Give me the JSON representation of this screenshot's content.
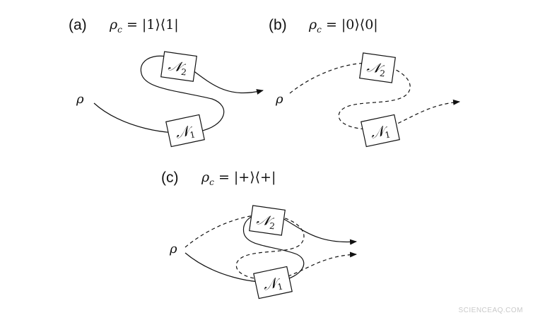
{
  "panels": {
    "a": {
      "label": "(a)",
      "state": "|1⟩⟨1|",
      "rho": "ρ",
      "box1": "𝒩",
      "box1_sub": "1",
      "box2": "𝒩",
      "box2_sub": "2"
    },
    "b": {
      "label": "(b)",
      "state": "|0⟩⟨0|",
      "rho": "ρ",
      "box1": "𝒩",
      "box1_sub": "1",
      "box2": "𝒩",
      "box2_sub": "2"
    },
    "c": {
      "label": "(c)",
      "state": "|+⟩⟨+|",
      "rho": "ρ",
      "box1": "𝒩",
      "box1_sub": "1",
      "box2": "𝒩",
      "box2_sub": "2"
    }
  },
  "formula_symbol": "ρ",
  "formula_subscript": "c",
  "formula_equals": " = ",
  "watermark": "SCIENCEAQ.COM",
  "colors": {
    "ink": "#111111",
    "background": "#ffffff",
    "watermark": "#c9c9c9"
  }
}
